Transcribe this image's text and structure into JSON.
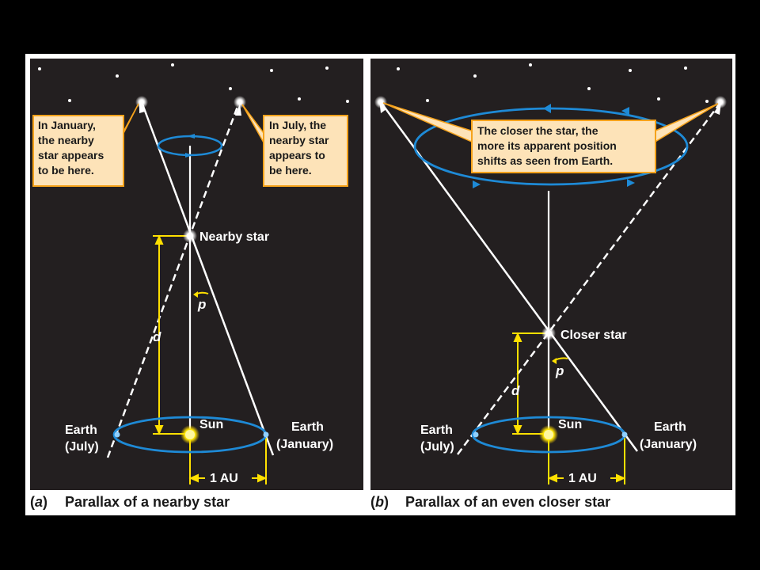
{
  "panel_a": {
    "callout_left": [
      "In January,",
      "the nearby",
      "star appears",
      "to be here."
    ],
    "callout_right": [
      "In July, the",
      "nearby star",
      "appears to",
      "be here."
    ],
    "star_label": "Nearby star",
    "p_label": "p",
    "d_label": "d",
    "sun_label": "Sun",
    "earth_july": [
      "Earth",
      "(July)"
    ],
    "earth_january": [
      "Earth",
      "(January)"
    ],
    "au_label": "1 AU",
    "caption_letter": "a",
    "caption_text": "Parallax of a nearby star"
  },
  "panel_b": {
    "callout": [
      "The closer the star, the",
      "more its apparent position",
      "shifts as seen from Earth."
    ],
    "star_label": "Closer star",
    "p_label": "p",
    "d_label": "d",
    "sun_label": "Sun",
    "earth_july": [
      "Earth",
      "(July)"
    ],
    "earth_january": [
      "Earth",
      "(January)"
    ],
    "au_label": "1 AU",
    "caption_letter": "b",
    "caption_text": "Parallax of an even closer star"
  },
  "colors": {
    "sky": "#231f20",
    "orbit": "#1e8ad6",
    "yellow": "#ffe000",
    "callout_fill": "#fde3b8",
    "callout_stroke": "#f5a21b"
  }
}
